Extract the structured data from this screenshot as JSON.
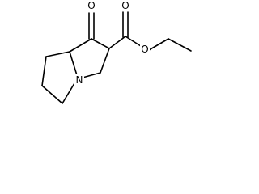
{
  "molecule": {
    "atoms": {
      "ketone_oxygen": "O",
      "carbonyl_oxygen": "O",
      "ester_oxygen": "O",
      "ring_nitrogen": "N"
    }
  }
}
